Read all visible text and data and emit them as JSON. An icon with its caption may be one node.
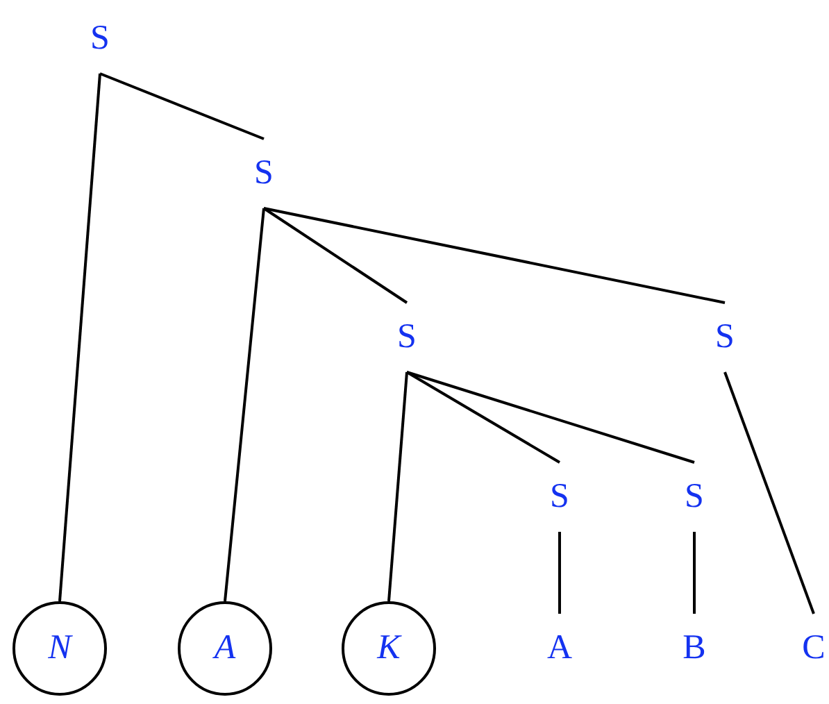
{
  "diagram": {
    "nodes": [
      {
        "text": [
          "S"
        ]
      },
      {
        "text": [
          "S"
        ]
      },
      {
        "text": [
          "S"
        ]
      },
      {
        "text": [
          "S"
        ]
      },
      {
        "text": [
          "S"
        ]
      },
      {
        "text": [
          "S"
        ]
      },
      {
        "text": [
          "N"
        ]
      },
      {
        "text": [
          "A"
        ]
      },
      {
        "text": [
          "K"
        ]
      },
      {
        "text": [
          "A"
        ]
      },
      {
        "text": [
          "B"
        ]
      },
      {
        "text": [
          "C"
        ]
      }
    ],
    "edges": [
      {
        "from": 0,
        "to": 6,
        "arrow": "none"
      },
      {
        "from": 0,
        "to": 1,
        "arrow": "none"
      },
      {
        "from": 1,
        "to": 7,
        "arrow": "none"
      },
      {
        "from": 1,
        "to": 2,
        "arrow": "none"
      },
      {
        "from": 1,
        "to": 3,
        "arrow": "none"
      },
      {
        "from": 2,
        "to": 8,
        "arrow": "none"
      },
      {
        "from": 2,
        "to": 4,
        "arrow": "none"
      },
      {
        "from": 2,
        "to": 5,
        "arrow": "none"
      },
      {
        "from": 3,
        "to": 11,
        "arrow": "none"
      },
      {
        "from": 4,
        "to": 9,
        "arrow": "none"
      },
      {
        "from": 5,
        "to": 10,
        "arrow": "none"
      }
    ]
  }
}
